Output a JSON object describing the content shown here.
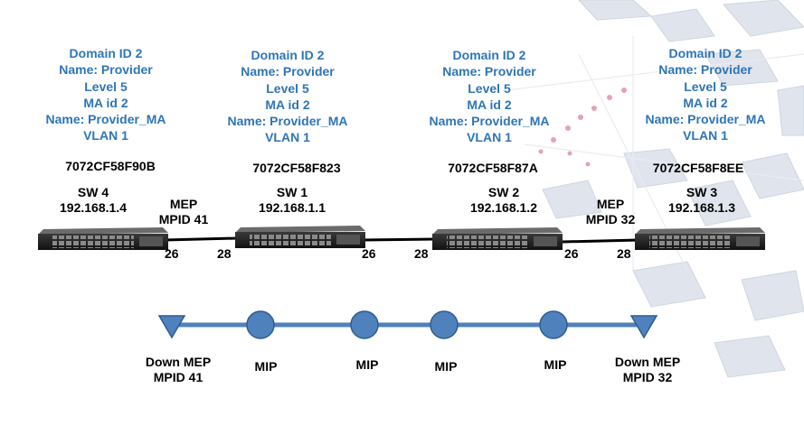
{
  "switches": [
    {
      "domain": "Domain ID 2",
      "name": "Name: Provider",
      "level": "Level  5",
      "ma": "MA id 2",
      "ma_name": "Name: Provider_MA",
      "vlan": "VLAN 1",
      "mac": "7072CF58F90B",
      "sw": "SW 4",
      "ip": "192.168.1.4"
    },
    {
      "domain": "Domain ID 2",
      "name": "Name: Provider",
      "level": "Level  5",
      "ma": "MA id 2",
      "ma_name": "Name: Provider_MA",
      "vlan": "VLAN 1",
      "mac": "7072CF58F823",
      "sw": "SW 1",
      "ip": "192.168.1.1"
    },
    {
      "domain": "Domain ID 2",
      "name": "Name: Provider",
      "level": "Level  5",
      "ma": "MA id 2",
      "ma_name": "Name: Provider_MA",
      "vlan": "VLAN 1",
      "mac": "7072CF58F87A",
      "sw": "SW 2",
      "ip": "192.168.1.2"
    },
    {
      "domain": "Domain ID 2",
      "name": "Name: Provider",
      "level": "Level  5",
      "ma": "MA id 2",
      "ma_name": "Name: Provider_MA",
      "vlan": "VLAN 1",
      "mac": "7072CF58F8EE",
      "sw": "SW 3",
      "ip": "192.168.1.3"
    }
  ],
  "meps": [
    {
      "line1": "MEP",
      "line2": "MPID 41"
    },
    {
      "line1": "MEP",
      "line2": "MPID 32"
    }
  ],
  "ports": [
    "26",
    "28",
    "26",
    "28",
    "26",
    "28"
  ],
  "bottom": {
    "down_left": {
      "line1": "Down MEP",
      "line2": "MPID 41"
    },
    "mips": [
      "MIP",
      "MIP",
      "MIP",
      "MIP"
    ],
    "down_right": {
      "line1": "Down MEP",
      "line2": "MPID 32"
    }
  },
  "colors": {
    "domain_text": "#2e75b6",
    "maint_line": "#4f81bd",
    "node_fill": "#4f81bd",
    "node_stroke": "#2f5c8f",
    "decor": "#dde3ec",
    "decor_dot": "#e3a3b3"
  }
}
